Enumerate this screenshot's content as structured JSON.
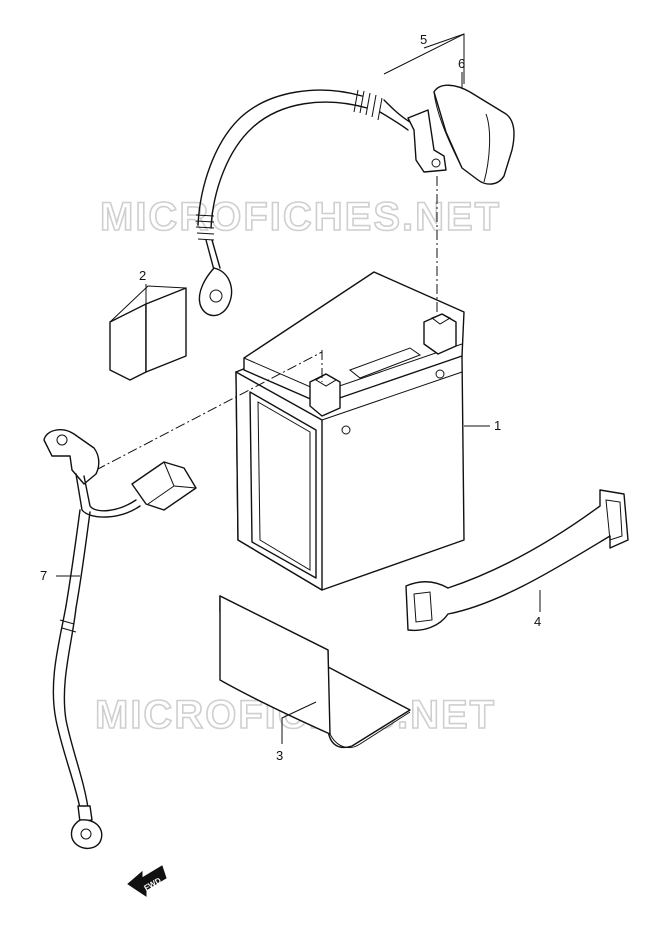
{
  "watermark_text": "MICROFICHES.NET",
  "callouts": [
    {
      "id": "1",
      "label": "1"
    },
    {
      "id": "2",
      "label": "2"
    },
    {
      "id": "3",
      "label": "3"
    },
    {
      "id": "4",
      "label": "4"
    },
    {
      "id": "5",
      "label": "5"
    },
    {
      "id": "6",
      "label": "6"
    },
    {
      "id": "7",
      "label": "7"
    }
  ],
  "fwd_label": "FWD",
  "colors": {
    "ink": "#111111",
    "watermark": "#cfcfcf",
    "background": "#ffffff"
  }
}
